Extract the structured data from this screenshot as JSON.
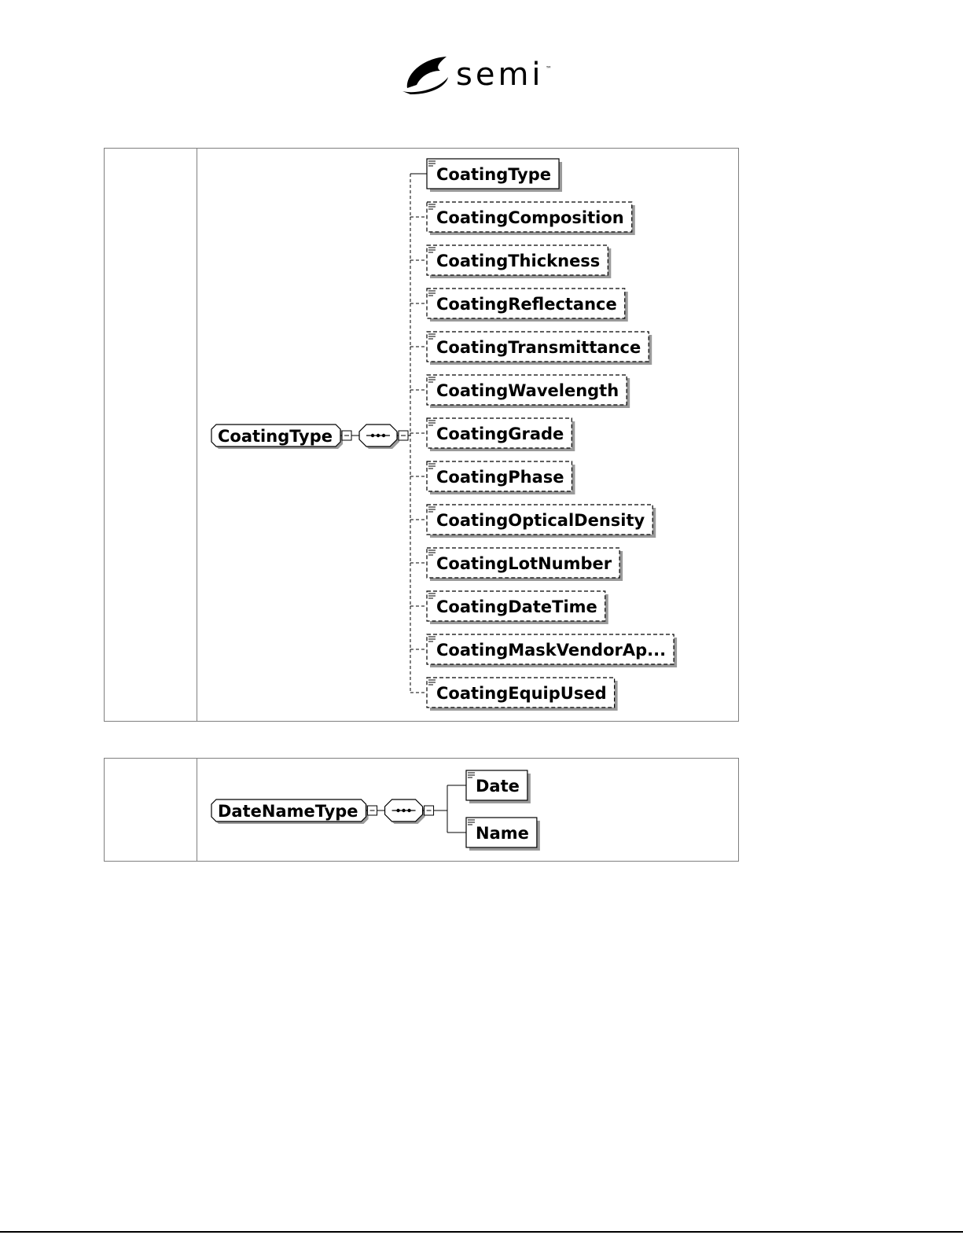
{
  "logo": {
    "brand": "semi",
    "tm": "™"
  },
  "diagram1": {
    "root": "CoatingType",
    "children": [
      {
        "label": "CoatingType",
        "optional": false
      },
      {
        "label": "CoatingComposition",
        "optional": true
      },
      {
        "label": "CoatingThickness",
        "optional": true
      },
      {
        "label": "CoatingReflectance",
        "optional": true
      },
      {
        "label": "CoatingTransmittance",
        "optional": true
      },
      {
        "label": "CoatingWavelength",
        "optional": true
      },
      {
        "label": "CoatingGrade",
        "optional": true
      },
      {
        "label": "CoatingPhase",
        "optional": true
      },
      {
        "label": "CoatingOpticalDensity",
        "optional": true
      },
      {
        "label": "CoatingLotNumber",
        "optional": true
      },
      {
        "label": "CoatingDateTime",
        "optional": true
      },
      {
        "label": "CoatingMaskVendorAp...",
        "optional": true
      },
      {
        "label": "CoatingEquipUsed",
        "optional": true
      }
    ]
  },
  "diagram2": {
    "root": "DateNameType",
    "children": [
      {
        "label": "Date",
        "optional": false
      },
      {
        "label": "Name",
        "optional": false
      }
    ]
  }
}
